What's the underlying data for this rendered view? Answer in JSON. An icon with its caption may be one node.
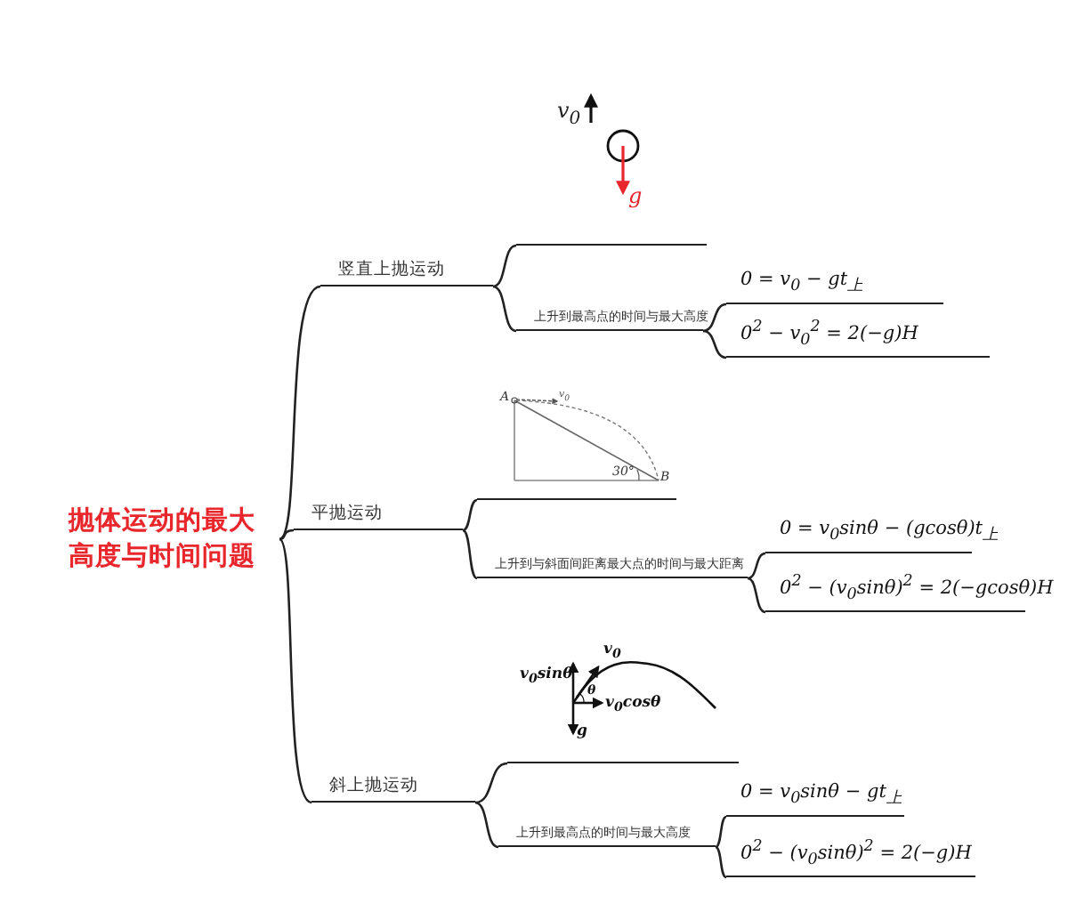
{
  "diagram": {
    "nodes": [
      {
        "text": [
          "抛体运动的最大高度与时间问题"
        ]
      },
      {
        "text": [
          "竖直上抛运动"
        ]
      },
      {
        "text": [],
        "shape": "picture"
      },
      {
        "text": [
          "上升到最高点的时间与最大高度"
        ]
      },
      {
        "text": [
          "0 = v$_{0}$ − gt$_{上}$"
        ]
      },
      {
        "text": [
          "0$^{2}$ − v$_{0}$$^{2}$ = 2(−g)H"
        ]
      },
      {
        "text": [
          "平抛运动"
        ]
      },
      {
        "text": [],
        "shape": "picture"
      },
      {
        "text": [
          "上升到与斜面间距离最大点的时间与最大距离"
        ]
      },
      {
        "text": [
          "0 = v$_{0}$sinθ − (gcosθ)t$_{上}$"
        ]
      },
      {
        "text": [
          "0$^{2}$ − (v$_{0}$sinθ)$^{2}$ = 2(−gcosθ)H"
        ]
      },
      {
        "text": [
          "斜上抛运动"
        ]
      },
      {
        "text": [],
        "shape": "picture"
      },
      {
        "text": [
          "上升到最高点的时间与最大高度"
        ]
      },
      {
        "text": [
          "0 = v$_{0}$sinθ − gt$_{上}$"
        ]
      },
      {
        "text": [
          "0$^{2}$ − (v$_{0}$sinθ)$^{2}$ = 2(−g)H"
        ]
      }
    ],
    "edges": [
      {
        "from": 0,
        "to": 1,
        "arrow": "none"
      },
      {
        "from": 1,
        "to": 2,
        "arrow": "none"
      },
      {
        "from": 1,
        "to": 3,
        "arrow": "none"
      },
      {
        "from": 3,
        "to": 4,
        "arrow": "none"
      },
      {
        "from": 3,
        "to": 5,
        "arrow": "none"
      },
      {
        "from": 0,
        "to": 6,
        "arrow": "none"
      },
      {
        "from": 6,
        "to": 7,
        "arrow": "none"
      },
      {
        "from": 6,
        "to": 8,
        "arrow": "none"
      },
      {
        "from": 8,
        "to": 9,
        "arrow": "none"
      },
      {
        "from": 8,
        "to": 10,
        "arrow": "none"
      },
      {
        "from": 0,
        "to": 11,
        "arrow": "none"
      },
      {
        "from": 11,
        "to": 12,
        "arrow": "none"
      },
      {
        "from": 11,
        "to": 13,
        "arrow": "none"
      },
      {
        "from": 13,
        "to": 14,
        "arrow": "none"
      },
      {
        "from": 13,
        "to": 15,
        "arrow": "none"
      }
    ],
    "labels": [
      "v$_{0}$",
      "g",
      "A",
      "v$_{0}$",
      "30°",
      "B",
      "v$_{0}$sinθ",
      "v$_{0}$",
      "θ",
      "v$_{0}$cosθ",
      "g"
    ]
  }
}
